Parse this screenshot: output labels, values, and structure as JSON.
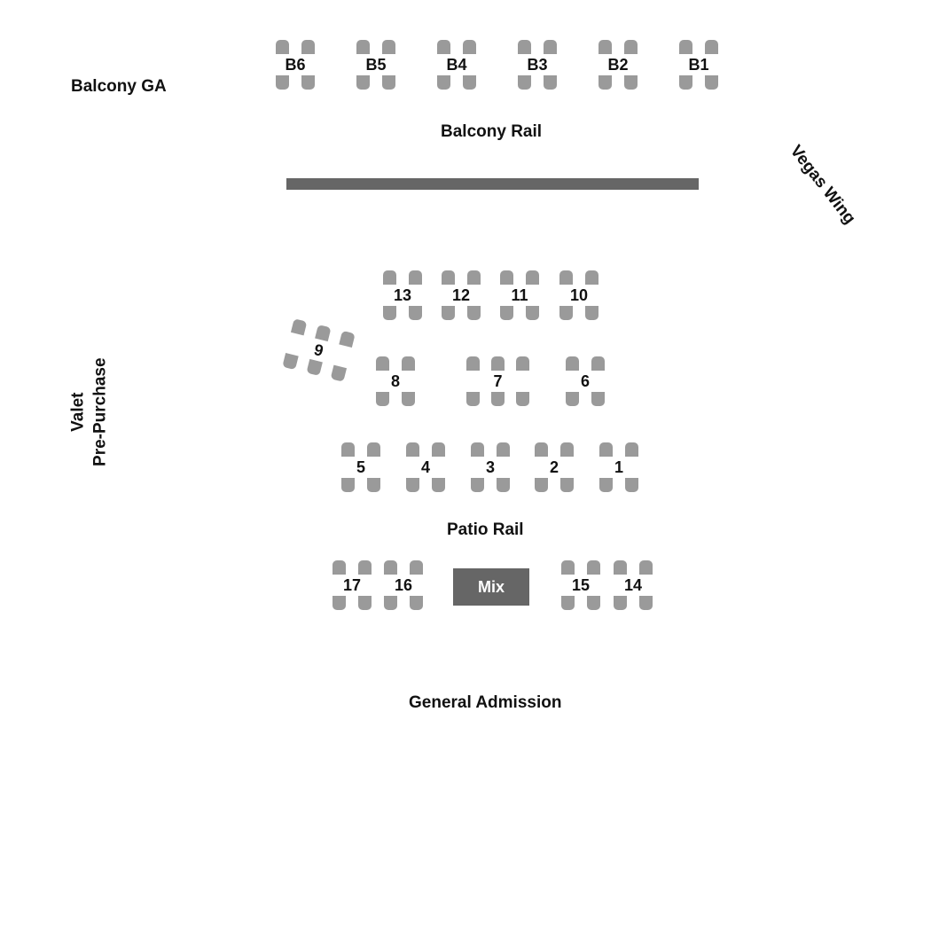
{
  "colors": {
    "seat": "#9a9a9a",
    "rail": "#666666",
    "mix": "#666666",
    "text": "#111111"
  },
  "zones": {
    "balcony_ga": "Balcony GA",
    "balcony_rail": "Balcony Rail",
    "vegas_wing": "Vegas Wing",
    "valet": "Valet",
    "pre_purchase": "Pre-Purchase",
    "patio_rail": "Patio Rail",
    "general_admission": "General Admission",
    "mix": "Mix"
  },
  "balcony_tables": [
    "B6",
    "B5",
    "B4",
    "B3",
    "B2",
    "B1"
  ],
  "upper_tables": [
    "13",
    "12",
    "11",
    "10"
  ],
  "middle_tables": [
    "9",
    "8",
    "7",
    "6"
  ],
  "lower_tables": [
    "5",
    "4",
    "3",
    "2",
    "1"
  ],
  "front_tables": [
    "17",
    "16",
    "15",
    "14"
  ]
}
